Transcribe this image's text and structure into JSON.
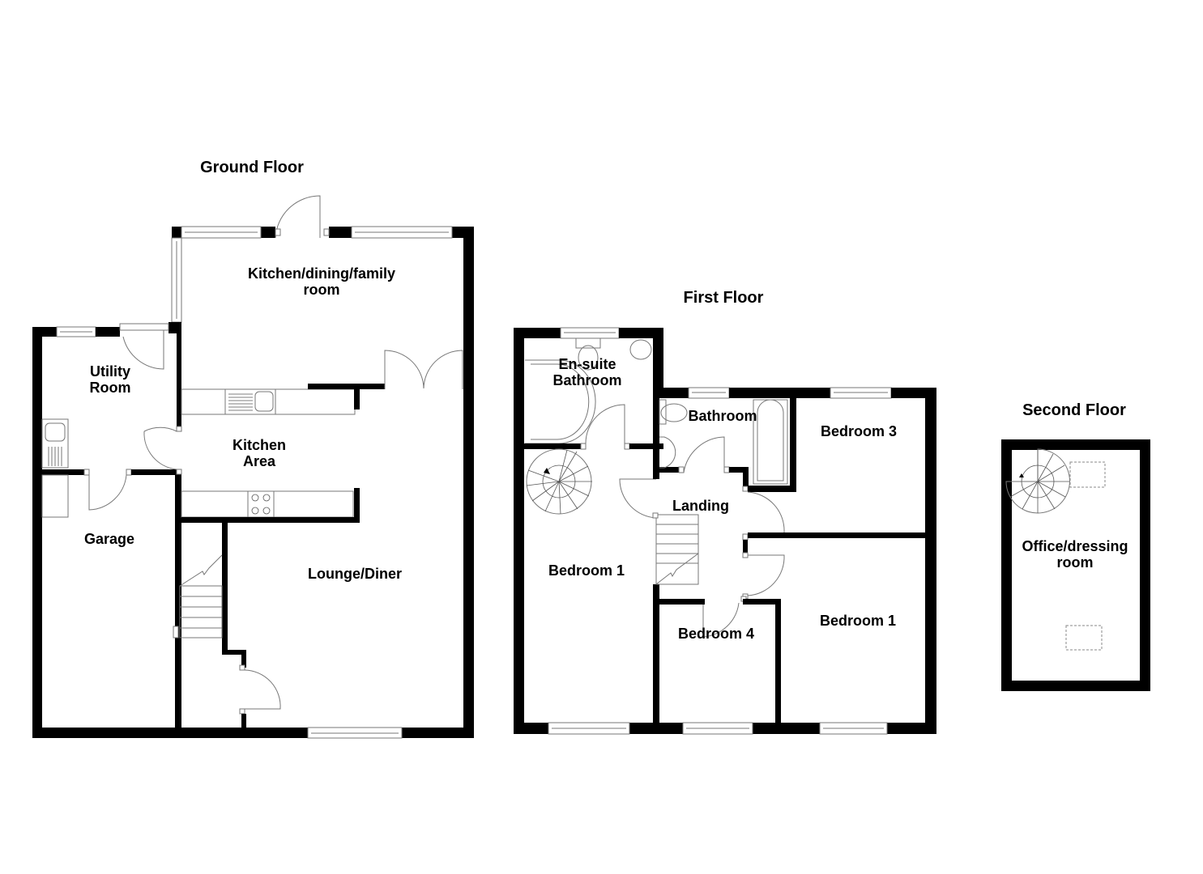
{
  "floors": {
    "ground": {
      "title": "Ground Floor",
      "rooms": {
        "kitchen_family": {
          "line1": "Kitchen/dining/family",
          "line2": "room"
        },
        "utility": {
          "line1": "Utility",
          "line2": "Room"
        },
        "kitchen_area": {
          "line1": "Kitchen",
          "line2": "Area"
        },
        "garage": {
          "line1": "Garage"
        },
        "lounge": {
          "line1": "Lounge/Diner"
        }
      }
    },
    "first": {
      "title": "First Floor",
      "rooms": {
        "ensuite": {
          "line1": "En-suite",
          "line2": "Bathroom"
        },
        "bathroom": {
          "line1": "Bathroom"
        },
        "bedroom3": {
          "line1": "Bedroom 3"
        },
        "landing": {
          "line1": "Landing"
        },
        "bedroom1_left": {
          "line1": "Bedroom 1"
        },
        "bedroom4": {
          "line1": "Bedroom 4"
        },
        "bedroom1_right": {
          "line1": "Bedroom 1"
        }
      }
    },
    "second": {
      "title": "Second Floor",
      "rooms": {
        "office": {
          "line1": "Office/dressing",
          "line2": "room"
        }
      }
    }
  },
  "colors": {
    "wall": "#000000",
    "fixture_line": "#777777",
    "background": "#ffffff"
  }
}
